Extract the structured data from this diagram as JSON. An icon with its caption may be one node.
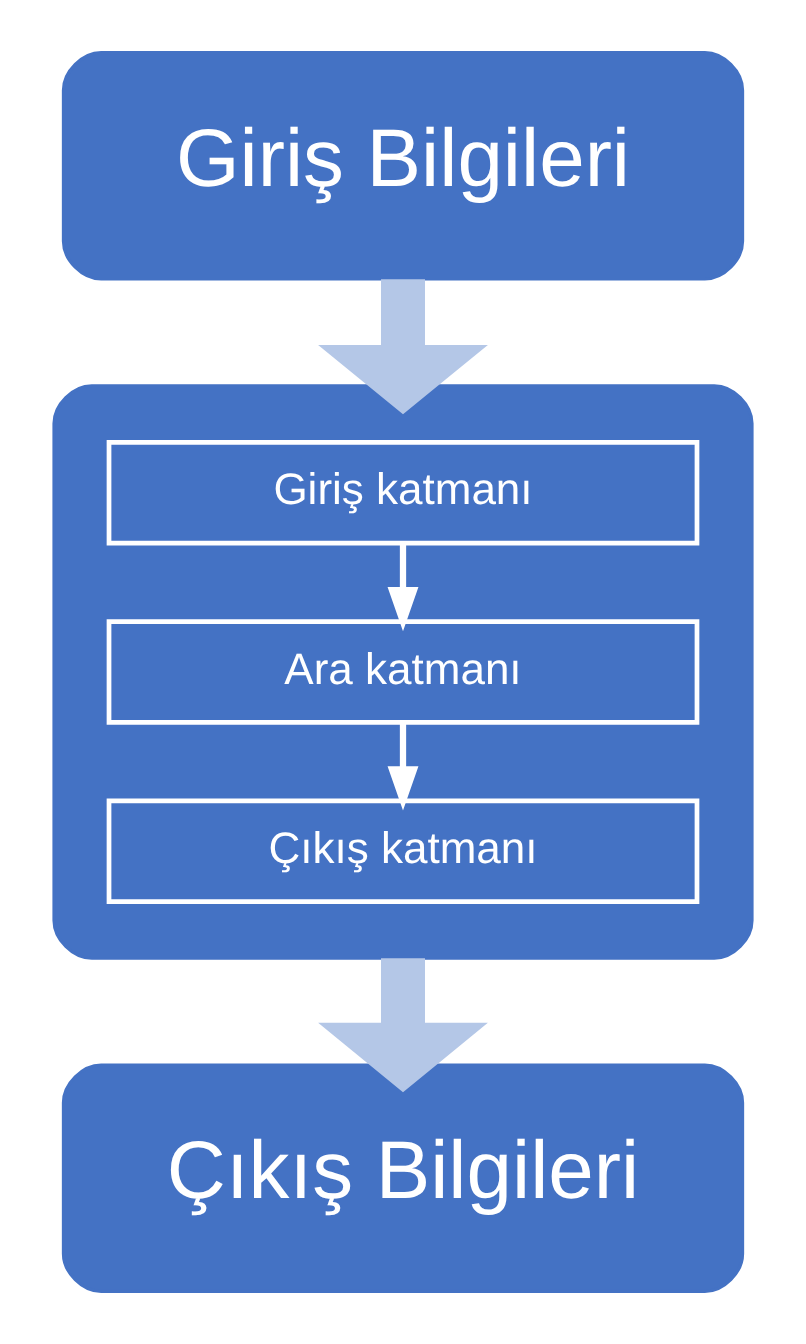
{
  "diagram": {
    "nodes": [
      {
        "text": [
          "Giriş Bilgileri"
        ]
      },
      {
        "text": [],
        "shape": "box"
      },
      {
        "text": [
          "Giriş katmanı"
        ],
        "in": 1
      },
      {
        "text": [
          "Ara katmanı"
        ],
        "in": 1
      },
      {
        "text": [
          "Çıkış katmanı"
        ],
        "in": 1
      },
      {
        "text": [
          "Çıkış Bilgileri"
        ]
      }
    ],
    "edges": [
      {
        "from": 0,
        "to": 1,
        "arrow": "to",
        "style": "thick",
        "color": "#b4c7e7"
      },
      {
        "from": 2,
        "to": 3,
        "arrow": "to",
        "color": "#ffffff"
      },
      {
        "from": 3,
        "to": 4,
        "arrow": "to",
        "color": "#ffffff"
      },
      {
        "from": 1,
        "to": 5,
        "arrow": "to",
        "style": "thick",
        "color": "#b4c7e7"
      }
    ]
  }
}
